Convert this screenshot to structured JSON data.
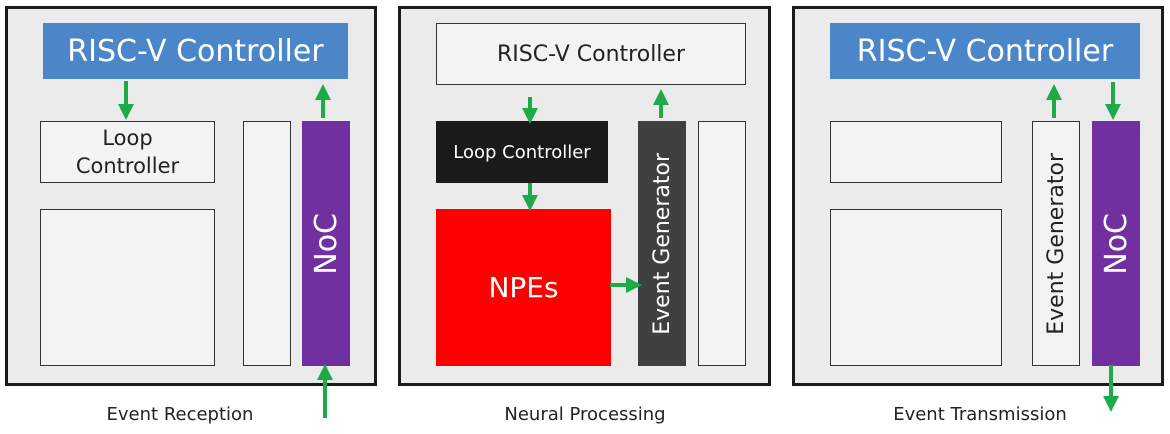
{
  "panels": [
    {
      "caption": "Event Reception",
      "controller": "RISC-V Controller",
      "loop_controller": "Loop Controller",
      "noc": "NoC"
    },
    {
      "caption": "Neural Processing",
      "controller": "RISC-V Controller",
      "loop_controller": "Loop Controller",
      "npes": "NPEs",
      "event_generator": "Event Generator"
    },
    {
      "caption": "Event Transmission",
      "controller": "RISC-V Controller",
      "event_generator": "Event Generator",
      "noc": "NoC"
    }
  ],
  "colors": {
    "controller_active": "#4a86c8",
    "noc": "#7030a0",
    "npes": "#ff0000",
    "loop_controller_active": "#1a1a1a",
    "event_generator_active": "#404040",
    "arrow": "#1faa4a",
    "inactive_block": "#f3f3f3",
    "panel_background": "#ebebeb"
  }
}
